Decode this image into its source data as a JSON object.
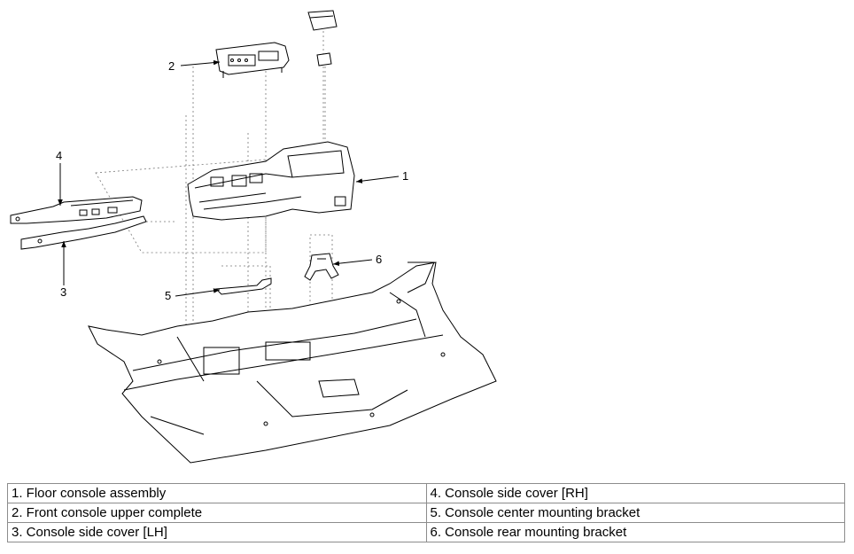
{
  "callouts": [
    {
      "number": "1"
    },
    {
      "number": "2"
    },
    {
      "number": "3"
    },
    {
      "number": "4"
    },
    {
      "number": "5"
    },
    {
      "number": "6"
    }
  ],
  "legend": {
    "rows": [
      {
        "left": "1. Floor console assembly",
        "right": "4. Console side cover [RH]"
      },
      {
        "left": "2. Front console upper complete",
        "right": "5. Console center mounting bracket"
      },
      {
        "left": "3. Console side cover [LH]",
        "right": "6. Console rear mounting bracket"
      }
    ]
  }
}
